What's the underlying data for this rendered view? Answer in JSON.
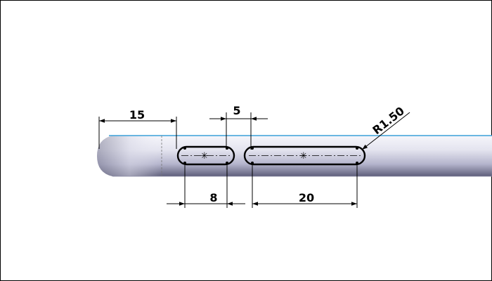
{
  "drawing": {
    "dimensions": {
      "d15": "15",
      "d5": "5",
      "d8": "8",
      "d20": "20",
      "radius": "R1.50"
    },
    "colors": {
      "shaft_light": "#f6f6fb",
      "shaft_mid": "#c4c4dc",
      "shaft_dark": "#5e5e7a",
      "edge_highlight": "#3aa0d8",
      "line": "#000000"
    }
  }
}
